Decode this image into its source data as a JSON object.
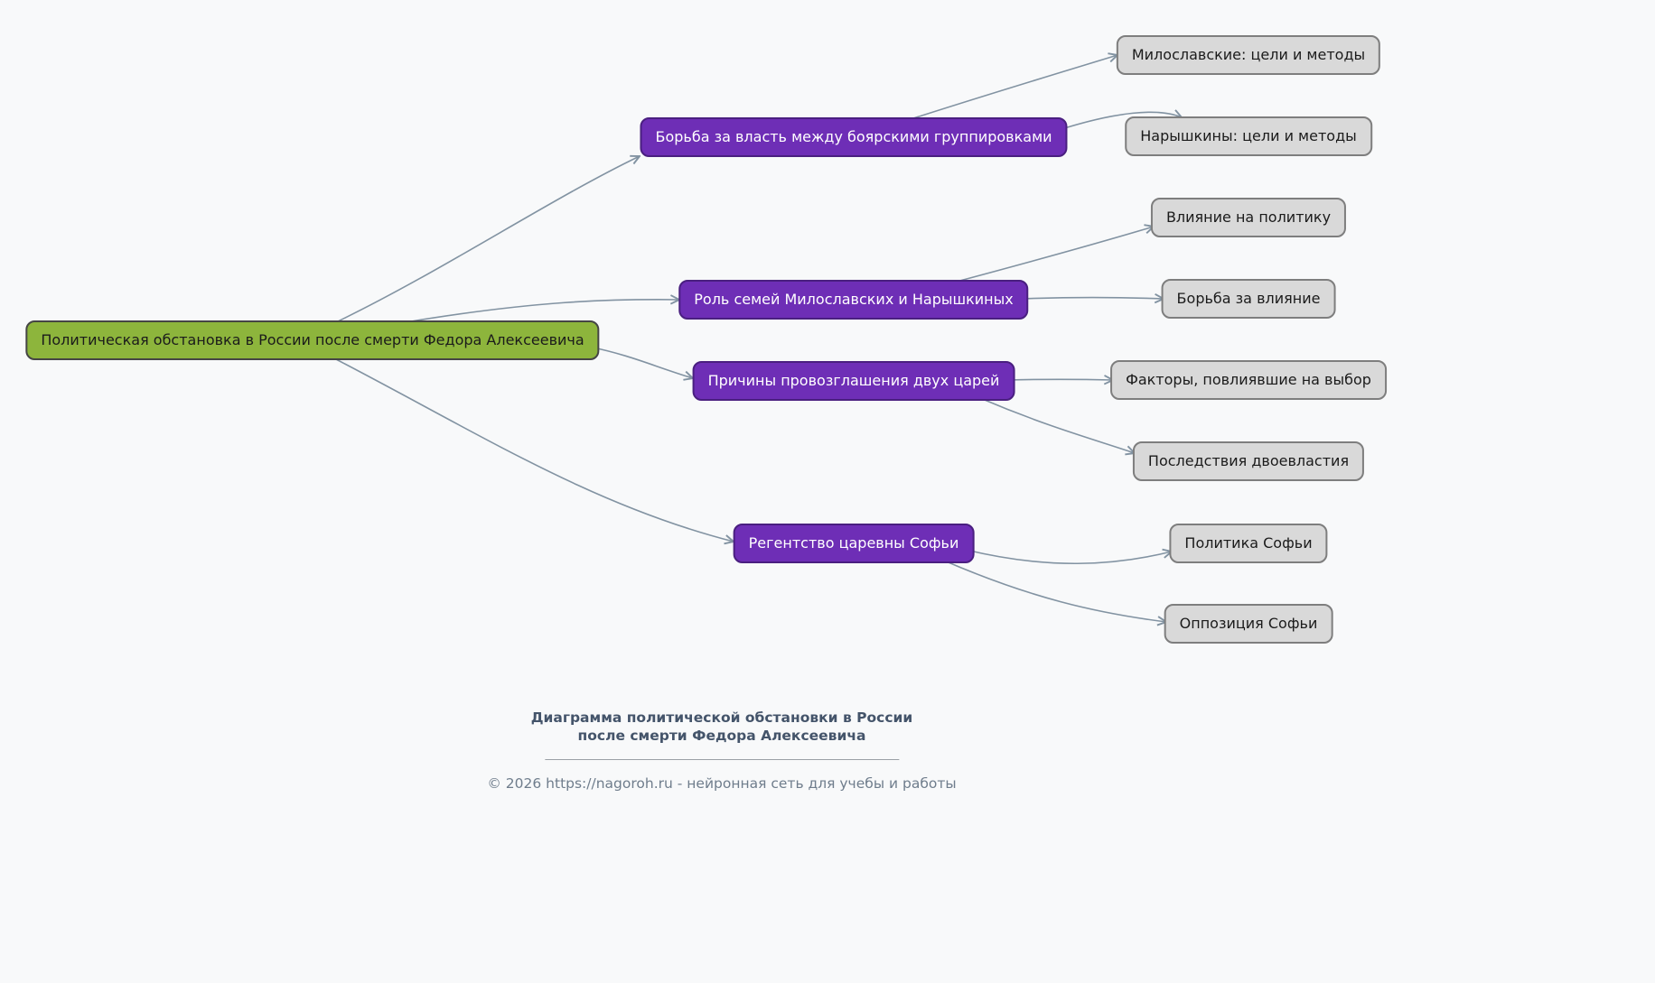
{
  "diagram": {
    "root": {
      "label": "Политическая обстановка в России после смерти Федора Алексеевича"
    },
    "branches": [
      {
        "label": "Борьба за власть между боярскими группировками",
        "children": [
          {
            "label": "Милославские: цели и методы"
          },
          {
            "label": "Нарышкины: цели и методы"
          }
        ]
      },
      {
        "label": "Роль семей Милославских и Нарышкиных",
        "children": [
          {
            "label": "Влияние на политику"
          },
          {
            "label": "Борьба за влияние"
          }
        ]
      },
      {
        "label": "Причины провозглашения двух царей",
        "children": [
          {
            "label": "Факторы, повлиявшие на выбор"
          },
          {
            "label": "Последствия двоевластия"
          }
        ]
      },
      {
        "label": "Регентство царевны Софьи",
        "children": [
          {
            "label": "Политика Софьи"
          },
          {
            "label": "Оппозиция Софьи"
          }
        ]
      }
    ],
    "colors": {
      "root_fill": "#8db53c",
      "root_border": "#454545",
      "branch_fill": "#6e2eb6",
      "branch_border": "#4a1f80",
      "leaf_fill": "#d9d9d9",
      "leaf_border": "#7e7e7e",
      "edge": "#8293a2"
    }
  },
  "footer": {
    "title_line1": "Диаграмма политической обстановки в России",
    "title_line2": "после смерти Федора Алексеевича",
    "copyright": "© 2026 https://nagoroh.ru - нейронная сеть для учебы и работы"
  }
}
